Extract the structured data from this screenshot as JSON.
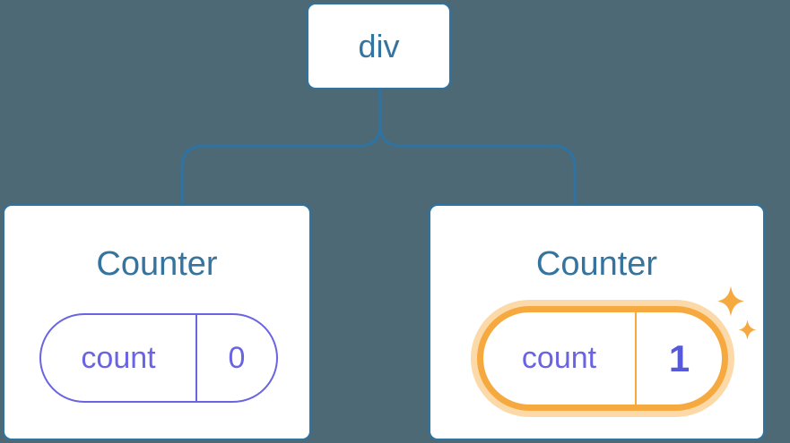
{
  "background_color": "#4C6975",
  "colors": {
    "node_border_blue": "#2E73A2",
    "connector_blue": "#2E73A2",
    "label_blue": "#35749E",
    "state_purple": "#6A64E2",
    "value_bold_purple": "#5659D9",
    "highlight_orange": "#F6A93F",
    "highlight_glow": "#FBD9A8",
    "card_background": "#FFFFFF"
  },
  "tree": {
    "root": {
      "label": "div"
    },
    "children": [
      {
        "title": "Counter",
        "state": {
          "key": "count",
          "value": "0"
        },
        "highlighted": false
      },
      {
        "title": "Counter",
        "state": {
          "key": "count",
          "value": "1"
        },
        "highlighted": true,
        "sparkle_icons": [
          "sparkle-icon-large",
          "sparkle-icon-small"
        ]
      }
    ]
  }
}
